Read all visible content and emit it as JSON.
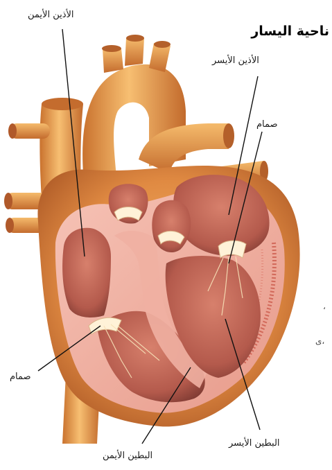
{
  "diagram": {
    "heading": "ناحية اليسار",
    "labels": {
      "right_atrium": "الأذين الأيمن",
      "left_atrium": "الأذين الأيسر",
      "value_upper": "صمام",
      "valve_lower": "صمام",
      "right_ventricle": "البطين الأيمن",
      "left_ventricle": "البطين الأيسر"
    },
    "edge_fragments": [
      "،",
      "ى،"
    ]
  },
  "colors": {
    "heart_outer": "#e89a4c",
    "heart_shadow": "#b4602a",
    "chamber": "#c7685a",
    "chamber_dark": "#8e3f36",
    "wall": "#f2b3a8",
    "vessel": "#eea85a"
  }
}
